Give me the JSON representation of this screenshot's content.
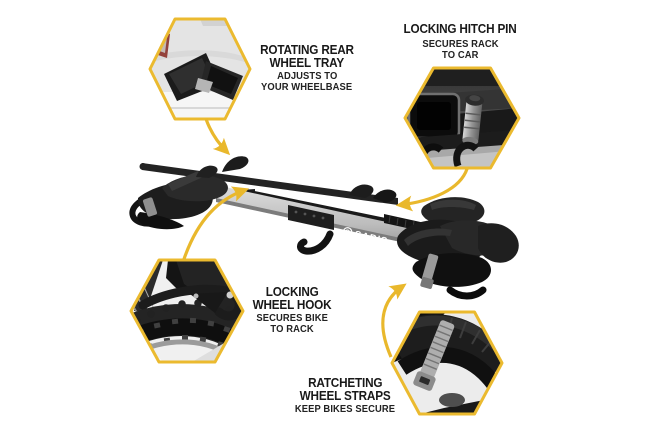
{
  "brand": {
    "logo_text": "SARIS"
  },
  "colors": {
    "accent_yellow": "#E9B82C",
    "text": "#1d1d1d"
  },
  "callouts": {
    "top_left": {
      "title_line1": "ROTATING REAR",
      "title_line2": "WHEEL TRAY",
      "sub_line1": "ADJUSTS TO",
      "sub_line2": "YOUR WHEELBASE"
    },
    "top_right": {
      "title_line1": "LOCKING HITCH PIN",
      "sub_line1": "SECURES RACK",
      "sub_line2": "TO CAR"
    },
    "bottom_left": {
      "title_line1": "LOCKING",
      "title_line2": "WHEEL HOOK",
      "sub_line1": "SECURES BIKE",
      "sub_line2": "TO RACK"
    },
    "bottom_right": {
      "title_line1": "RATCHETING",
      "title_line2": "WHEEL STRAPS",
      "sub_line1": "KEEP BIKES SECURE"
    }
  }
}
